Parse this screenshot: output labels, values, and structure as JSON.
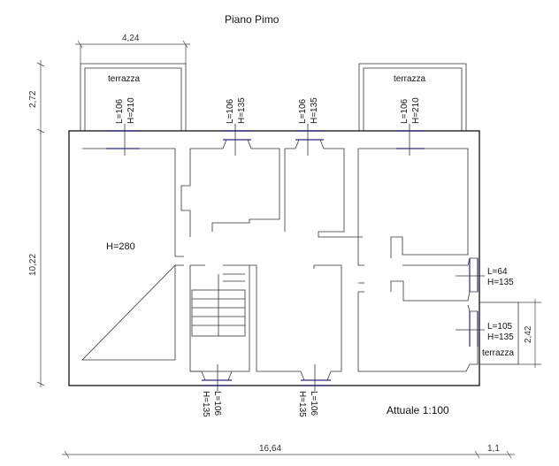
{
  "title": "Piano Pimo",
  "scale": "Attuale 1:100",
  "dimensions": {
    "top_width": "4,24",
    "terrace_height": "2,72",
    "left_height": "10,22",
    "right_terrace": "2,42",
    "bottom_width": "16,64",
    "bottom_small": "1,1"
  },
  "rooms": {
    "main_height": "H=280"
  },
  "terraces": {
    "left": "terrazza",
    "right": "terrazza",
    "side": "terrazza"
  },
  "openings": {
    "top1_l": "L=106",
    "top1_h": "H=210",
    "top2_l": "L=106",
    "top2_h": "H=135",
    "top3_l": "L=106",
    "top3_h": "H=135",
    "top4_l": "L=106",
    "top4_h": "H=210",
    "right1_l": "L=64",
    "right1_h": "H=135",
    "right2_l": "L=105",
    "right2_h": "H=135",
    "bot1_l": "L=106",
    "bot1_h": "H=135",
    "bot2_l": "L=106",
    "bot2_h": "H=135"
  }
}
